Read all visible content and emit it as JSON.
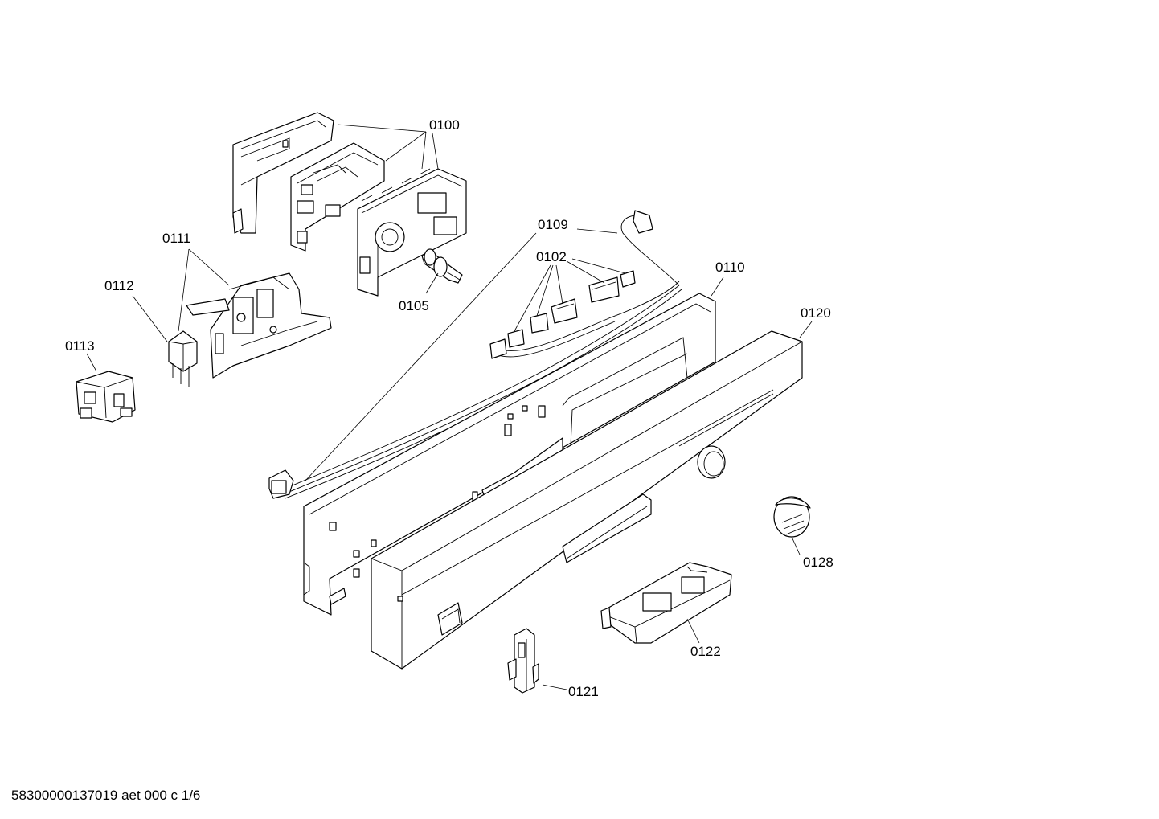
{
  "labels": {
    "p0100": "0100",
    "p0102": "0102",
    "p0105": "0105",
    "p0109": "0109",
    "p0110": "0110",
    "p0111": "0111",
    "p0112": "0112",
    "p0113": "0113",
    "p0120": "0120",
    "p0121": "0121",
    "p0122": "0122",
    "p0128": "0128"
  },
  "footer": "58300000137019 aet 000 c 1/6"
}
